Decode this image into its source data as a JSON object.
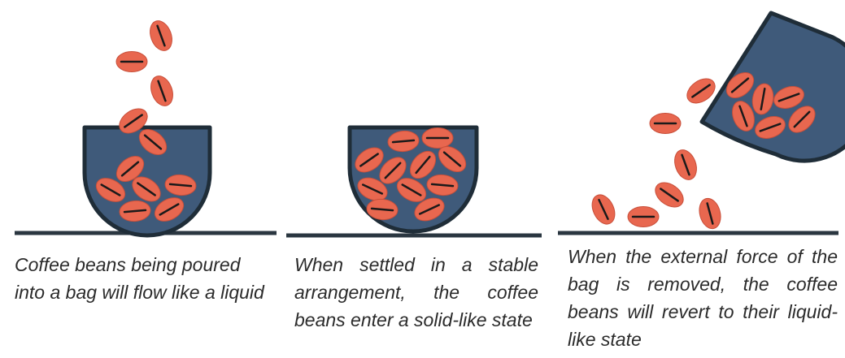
{
  "colors": {
    "bag_fill": "#3f5a7a",
    "bag_outline": "#1f2d38",
    "bean_fill": "#e8674f",
    "bean_crease": "#1a1a1a",
    "ground": "#2a3640",
    "caption_text": "#2b2b2b"
  },
  "icons": {
    "bag": "bowl-bag-icon",
    "bean": "coffee-bean-icon"
  },
  "panels": [
    {
      "caption": "Coffee beans being poured into a bag will flow like a liquid"
    },
    {
      "caption": "When settled in a stable arrangement, the coffee beans enter a solid-like state"
    },
    {
      "caption": "When the external force of the bag is removed, the coffee beans will revert to their liquid-like state"
    }
  ]
}
